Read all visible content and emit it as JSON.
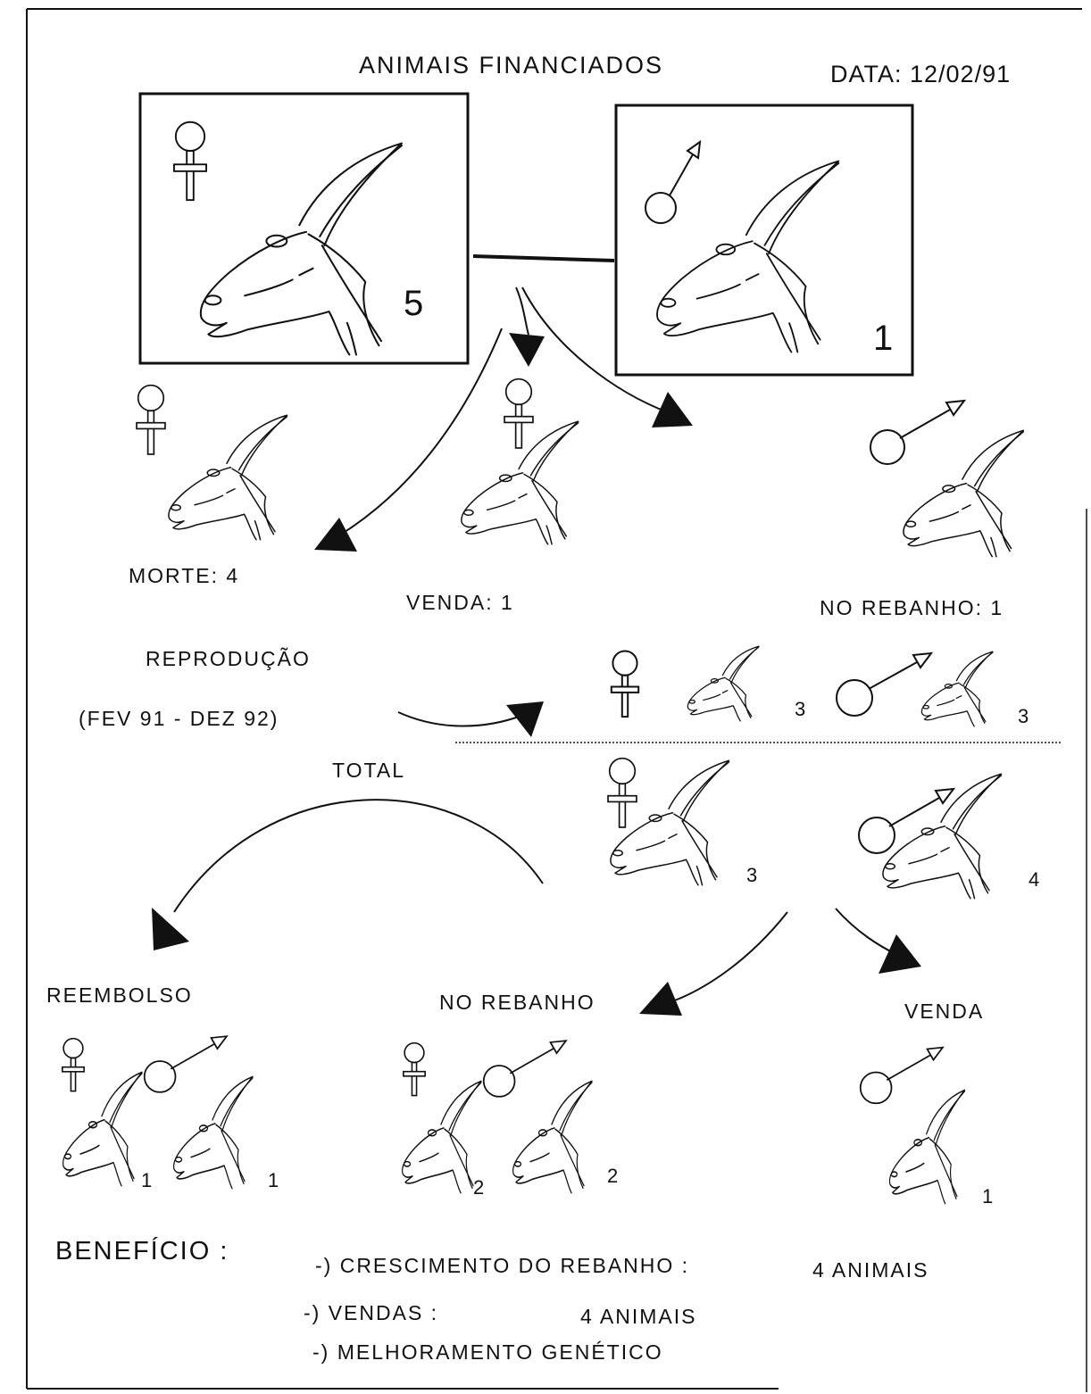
{
  "header": {
    "title": "ANIMAIS FINANCIADOS",
    "date": "DATA: 12/02/91"
  },
  "financed": {
    "female_count": "5",
    "male_count": "1"
  },
  "outcomes": {
    "death": "MORTE: 4",
    "sale": "VENDA: 1",
    "herd": "NO REBANHO: 1"
  },
  "reproduction": {
    "label": "REPRODUÇÃO",
    "period": "(FEV 91 - DEZ 92)",
    "female_count": "3",
    "male_count": "3"
  },
  "total": {
    "label": "TOTAL",
    "female_count": "3",
    "male_count": "4"
  },
  "distribution": {
    "refund": {
      "label": "REEMBOLSO",
      "female_count": "1",
      "male_count": "1"
    },
    "herd": {
      "label": "NO REBANHO",
      "female_count": "2",
      "male_count": "2"
    },
    "sale": {
      "label": "VENDA",
      "male_count": "1"
    }
  },
  "benefits": {
    "label": "BENEFÍCIO :",
    "items": [
      {
        "text": "-) CRESCIMENTO DO REBANHO :",
        "value": "4 ANIMAIS"
      },
      {
        "text": "-) VENDAS :",
        "value": "4 ANIMAIS"
      },
      {
        "text": "-) MELHORAMENTO GENÉTICO"
      }
    ]
  }
}
